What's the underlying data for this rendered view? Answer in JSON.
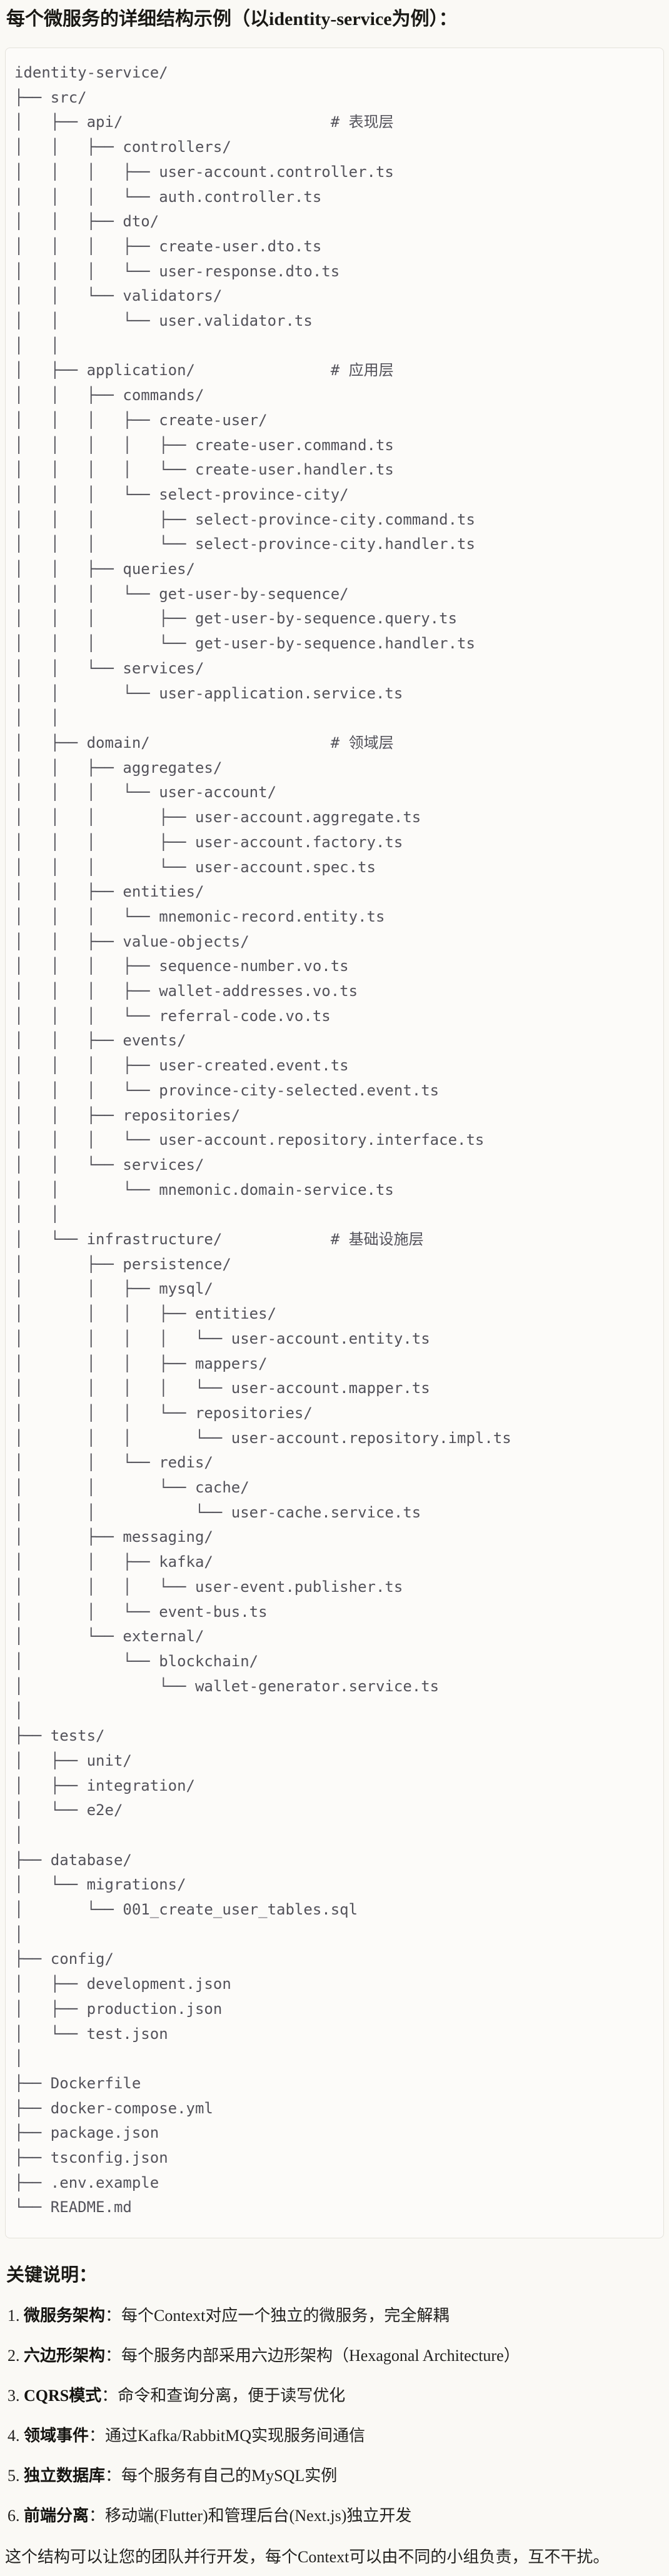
{
  "page": {
    "title": "每个微服务的详细结构示例（以identity-service为例）："
  },
  "tree": {
    "lines": [
      "identity-service/",
      "├── src/",
      "│   ├── api/                       # 表现层",
      "│   │   ├── controllers/",
      "│   │   │   ├── user-account.controller.ts",
      "│   │   │   └── auth.controller.ts",
      "│   │   ├── dto/",
      "│   │   │   ├── create-user.dto.ts",
      "│   │   │   └── user-response.dto.ts",
      "│   │   └── validators/",
      "│   │       └── user.validator.ts",
      "│   │",
      "│   ├── application/               # 应用层",
      "│   │   ├── commands/",
      "│   │   │   ├── create-user/",
      "│   │   │   │   ├── create-user.command.ts",
      "│   │   │   │   └── create-user.handler.ts",
      "│   │   │   └── select-province-city/",
      "│   │   │       ├── select-province-city.command.ts",
      "│   │   │       └── select-province-city.handler.ts",
      "│   │   ├── queries/",
      "│   │   │   └── get-user-by-sequence/",
      "│   │   │       ├── get-user-by-sequence.query.ts",
      "│   │   │       └── get-user-by-sequence.handler.ts",
      "│   │   └── services/",
      "│   │       └── user-application.service.ts",
      "│   │",
      "│   ├── domain/                    # 领域层",
      "│   │   ├── aggregates/",
      "│   │   │   └── user-account/",
      "│   │   │       ├── user-account.aggregate.ts",
      "│   │   │       ├── user-account.factory.ts",
      "│   │   │       └── user-account.spec.ts",
      "│   │   ├── entities/",
      "│   │   │   └── mnemonic-record.entity.ts",
      "│   │   ├── value-objects/",
      "│   │   │   ├── sequence-number.vo.ts",
      "│   │   │   ├── wallet-addresses.vo.ts",
      "│   │   │   └── referral-code.vo.ts",
      "│   │   ├── events/",
      "│   │   │   ├── user-created.event.ts",
      "│   │   │   └── province-city-selected.event.ts",
      "│   │   ├── repositories/",
      "│   │   │   └── user-account.repository.interface.ts",
      "│   │   └── services/",
      "│   │       └── mnemonic.domain-service.ts",
      "│   │",
      "│   └── infrastructure/            # 基础设施层",
      "│       ├── persistence/",
      "│       │   ├── mysql/",
      "│       │   │   ├── entities/",
      "│       │   │   │   └── user-account.entity.ts",
      "│       │   │   ├── mappers/",
      "│       │   │   │   └── user-account.mapper.ts",
      "│       │   │   └── repositories/",
      "│       │   │       └── user-account.repository.impl.ts",
      "│       │   └── redis/",
      "│       │       └── cache/",
      "│       │           └── user-cache.service.ts",
      "│       ├── messaging/",
      "│       │   ├── kafka/",
      "│       │   │   └── user-event.publisher.ts",
      "│       │   └── event-bus.ts",
      "│       └── external/",
      "│           └── blockchain/",
      "│               └── wallet-generator.service.ts",
      "│",
      "├── tests/",
      "│   ├── unit/",
      "│   ├── integration/",
      "│   └── e2e/",
      "│",
      "├── database/",
      "│   └── migrations/",
      "│       └── 001_create_user_tables.sql",
      "│",
      "├── config/",
      "│   ├── development.json",
      "│   ├── production.json",
      "│   └── test.json",
      "│",
      "├── Dockerfile",
      "├── docker-compose.yml",
      "├── package.json",
      "├── tsconfig.json",
      "├── .env.example",
      "└── README.md"
    ]
  },
  "notes": {
    "heading": "关键说明：",
    "items": [
      {
        "num": "1. ",
        "label": "微服务架构",
        "text": "：每个Context对应一个独立的微服务，完全解耦"
      },
      {
        "num": "2. ",
        "label": "六边形架构",
        "text": "：每个服务内部采用六边形架构（Hexagonal Architecture）"
      },
      {
        "num": "3. ",
        "label": "CQRS模式",
        "text": "：命令和查询分离，便于读写优化"
      },
      {
        "num": "4. ",
        "label": "领域事件",
        "text": "：通过Kafka/RabbitMQ实现服务间通信"
      },
      {
        "num": "5. ",
        "label": "独立数据库",
        "text": "：每个服务有自己的MySQL实例"
      },
      {
        "num": "6. ",
        "label": "前端分离",
        "text": "：移动端(Flutter)和管理后台(Next.js)独立开发"
      }
    ],
    "footer": "这个结构可以让您的团队并行开发，每个Context可以由不同的小组负责，互不干扰。"
  }
}
